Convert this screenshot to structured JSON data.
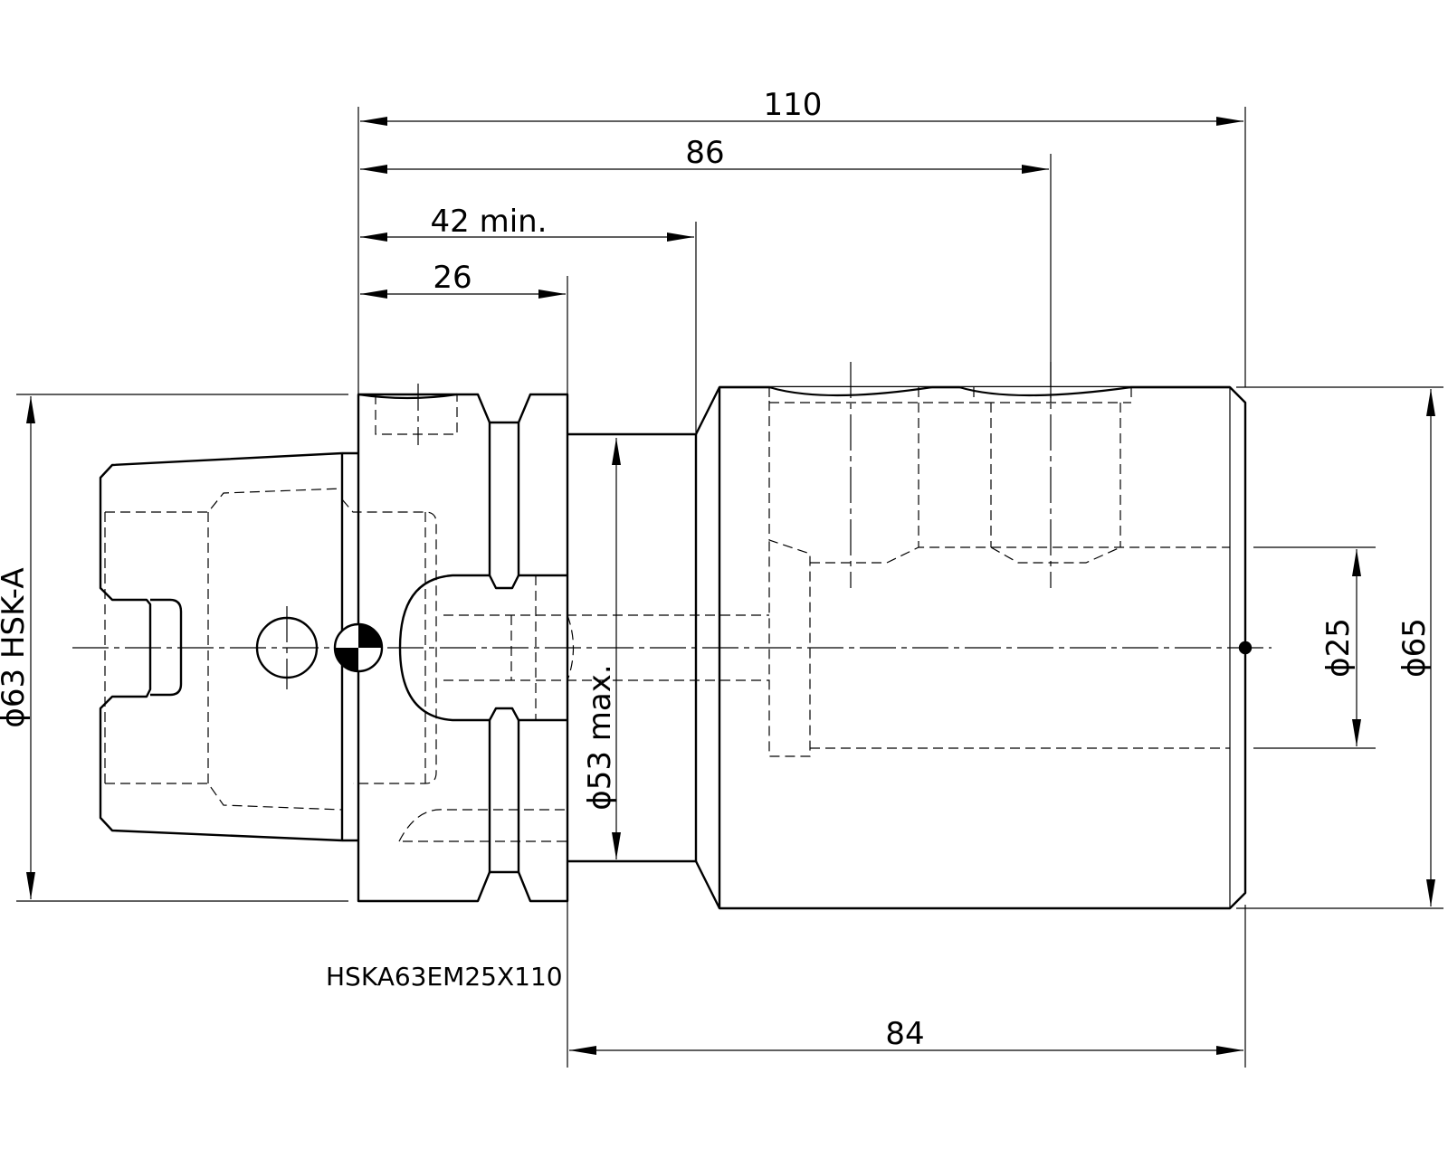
{
  "dimensions": {
    "overall_length": "110",
    "length_86": "86",
    "length_42_min": "42 min.",
    "length_26": "26",
    "length_84": "84",
    "dia_shank": "ϕ63 HSK-A",
    "dia_bore": "ϕ25",
    "dia_outer": "ϕ65",
    "dia_53_max": "ϕ53 max."
  },
  "part_number": "HSKA63EM25X110",
  "colors": {
    "line": "#000000",
    "background": "#ffffff"
  }
}
